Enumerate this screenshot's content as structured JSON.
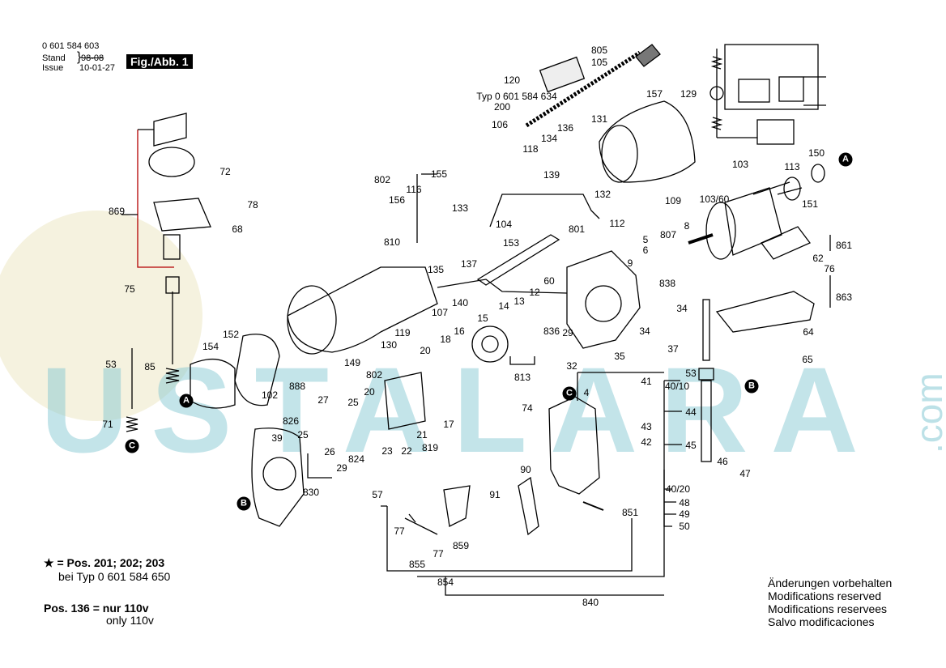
{
  "header": {
    "part_number": "0 601 584 603",
    "stand_label": "Stand",
    "issue_label": "Issue",
    "stand_old": "98-08",
    "issue_date": "10-01-27",
    "figure": "Fig./Abb. 1"
  },
  "labels": [
    "120",
    "805",
    "105",
    "129",
    "157",
    "Typ 0 601 584 634",
    "200",
    "131",
    "106",
    "136",
    "134",
    "118",
    "150",
    "113",
    "103",
    "802",
    "155",
    "116",
    "139",
    "132",
    "109",
    "103/60",
    "151",
    "156",
    "133",
    "104",
    "112",
    "8",
    "869",
    "72",
    "78",
    "68",
    "810",
    "153",
    "801",
    "807",
    "6",
    "5",
    "9",
    "861",
    "62",
    "76",
    "838",
    "863",
    "135",
    "137",
    "75",
    "60",
    "12",
    "140",
    "107",
    "34",
    "15",
    "14",
    "13",
    "836",
    "29",
    "34",
    "37",
    "64",
    "119",
    "152",
    "130",
    "154",
    "18",
    "16",
    "20",
    "813",
    "35",
    "32",
    "65",
    "149",
    "53",
    "85",
    "802",
    "888",
    "53",
    "41",
    "40/10",
    "4",
    "102",
    "27",
    "25",
    "20",
    "44",
    "43",
    "42",
    "45",
    "74",
    "71",
    "826",
    "25",
    "17",
    "21",
    "22",
    "23",
    "819",
    "39",
    "26",
    "824",
    "29",
    "46",
    "47",
    "90",
    "830",
    "57",
    "91",
    "40/20",
    "851",
    "48",
    "49",
    "50",
    "77",
    "77",
    "859",
    "855",
    "854",
    "840"
  ],
  "markers": [
    "A",
    "A",
    "B",
    "B",
    "C",
    "C"
  ],
  "notes": {
    "star_line": "★ = Pos. 201; 202; 203",
    "type_line": "bei Typ 0 601 584 650",
    "pos136_line": "Pos. 136 = nur 110v",
    "only_line": "only 110v"
  },
  "disclaimer": [
    "Änderungen vorbehalten",
    "Modifications reserved",
    "Modifications reservees",
    "Salvo modificaciones"
  ],
  "watermark": {
    "text": "USTALARA",
    ".com": ".com",
    "color": "#7cc4d0"
  }
}
